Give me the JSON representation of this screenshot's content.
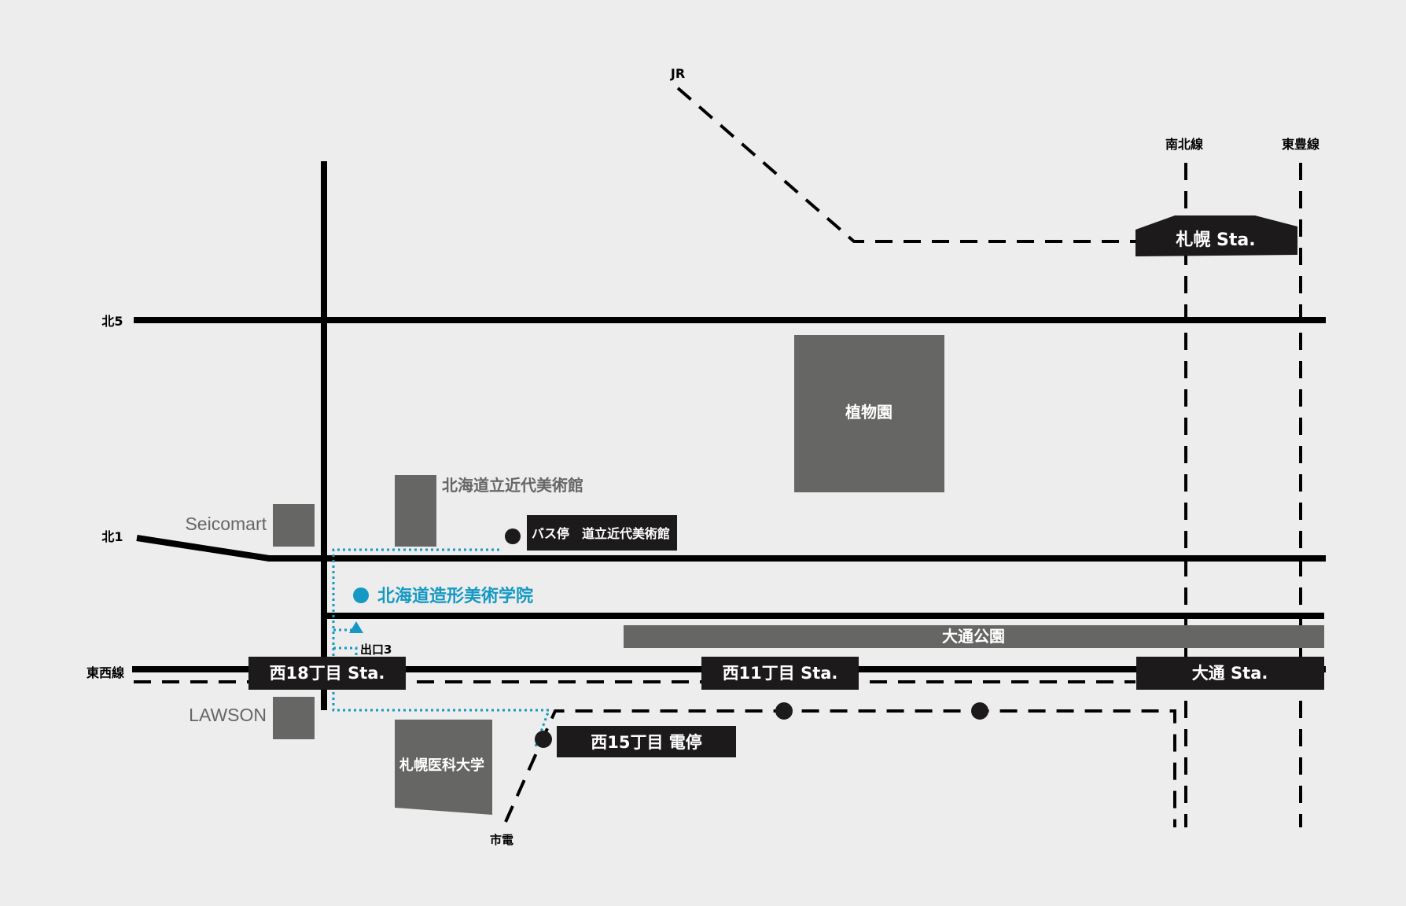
{
  "labels": {
    "jr": "JR",
    "nanboku_line": "南北線",
    "toho_line": "東豊線",
    "sapporo_sta": "札幌 Sta.",
    "kita5": "北5",
    "kita1": "北1",
    "tozai_line": "東西線",
    "botanical_garden": "植物園",
    "modern_art_museum": "北海道立近代美術館",
    "seicomart": "Seicomart",
    "bus_stop": "バス停　道立近代美術館",
    "school": "北海道造形美術学院",
    "exit3": "出口3",
    "odori_park": "大通公園",
    "nishi18_sta": "西18丁目 Sta.",
    "nishi11_sta": "西11丁目 Sta.",
    "odori_sta": "大通 Sta.",
    "lawson": "LAWSON",
    "medical_univ": "札幌医科大学",
    "nishi15_tram": "西15丁目 電停",
    "streetcar": "市電"
  },
  "colors": {
    "background": "#ededed",
    "road": "#000000",
    "building": "#666664",
    "label_box": "#1c1a1a",
    "accent": "#1599c4",
    "text_gray": "#666666"
  }
}
